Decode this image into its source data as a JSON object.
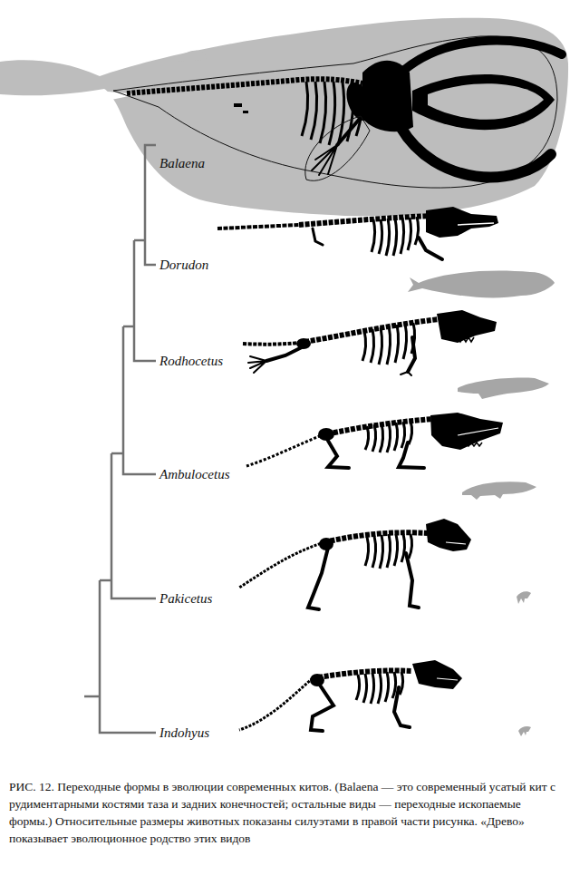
{
  "diagram": {
    "caption": "РИС. 12. Переходные формы в эволюции современных китов. (Balaena — это современный усатый кит с рудиментарными костями таза и задних конечностей; остальные виды — переходные ископаемые формы.) Относительные размеры животных показаны силуэтами в правой части рисунка. «Древо» показывает эволюционное родство этих видов",
    "labels": [
      "Balaena",
      "Dorudon",
      "Rodhocetus",
      "Ambulocetus",
      "Pakicetus",
      "Indohyus"
    ]
  }
}
